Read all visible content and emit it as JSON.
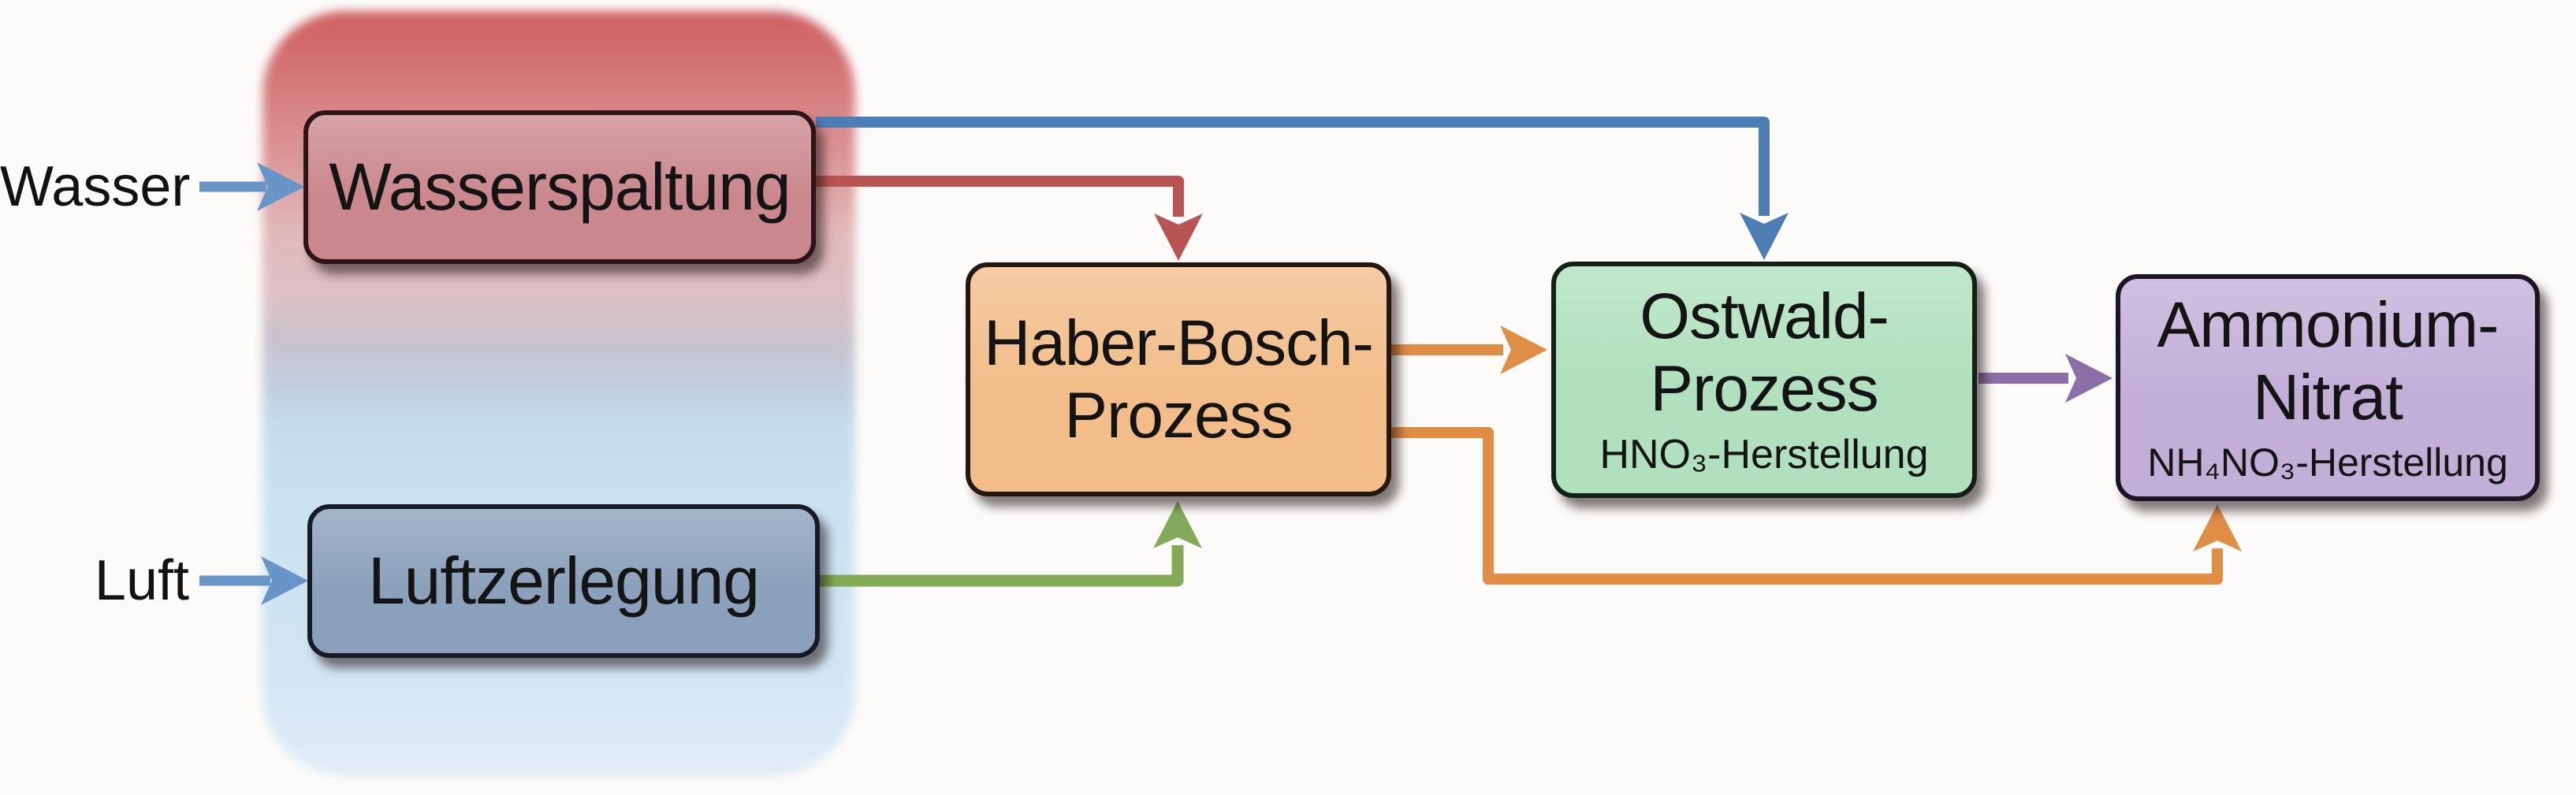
{
  "diagram": {
    "title_hint": "Ammonium nitrate production process flow",
    "panel": {
      "top_color": "#ce6265",
      "mid_color": "#c9c2cc",
      "bottom_color": "#e2ecf6"
    },
    "inputs": {
      "wasser": {
        "label": "Wasser"
      },
      "luft": {
        "label": "Luft"
      }
    },
    "boxes": {
      "wasserspaltung": {
        "label": "Wasserspaltung",
        "fill": "#ca888e",
        "border": "#2e1317"
      },
      "luftzerlegung": {
        "label": "Luftzerlegung",
        "fill": "#8ba0bb",
        "border": "#141a26"
      },
      "haber": {
        "lines": [
          "Haber-Bosch-",
          "Prozess"
        ],
        "fill": "#f2bd89",
        "border": "#241710"
      },
      "ostwald": {
        "lines": [
          "Ostwald-",
          "Prozess"
        ],
        "sub": "HNO₃-Herstellung",
        "fill": "#b0e0bd",
        "border": "#122015"
      },
      "ammonium": {
        "lines": [
          "Ammonium-",
          "Nitrat"
        ],
        "sub": "NH₄NO₃-Herstellung",
        "fill": "#c2afd8",
        "border": "#1c1526"
      }
    },
    "connectors": [
      {
        "id": "wasser-input",
        "color": "#6795c7"
      },
      {
        "id": "luft-input",
        "color": "#6795c7"
      },
      {
        "id": "wasserspaltung-to-ostwald",
        "color": "#4d7db5"
      },
      {
        "id": "wasserspaltung-to-haber",
        "color": "#b85454"
      },
      {
        "id": "luftzerlegung-to-haber",
        "color": "#82aa57"
      },
      {
        "id": "haber-to-ostwald",
        "color": "#e08e46"
      },
      {
        "id": "haber-to-ammonium",
        "color": "#e08e46"
      },
      {
        "id": "ostwald-to-ammonium",
        "color": "#8a6fa8"
      }
    ]
  }
}
